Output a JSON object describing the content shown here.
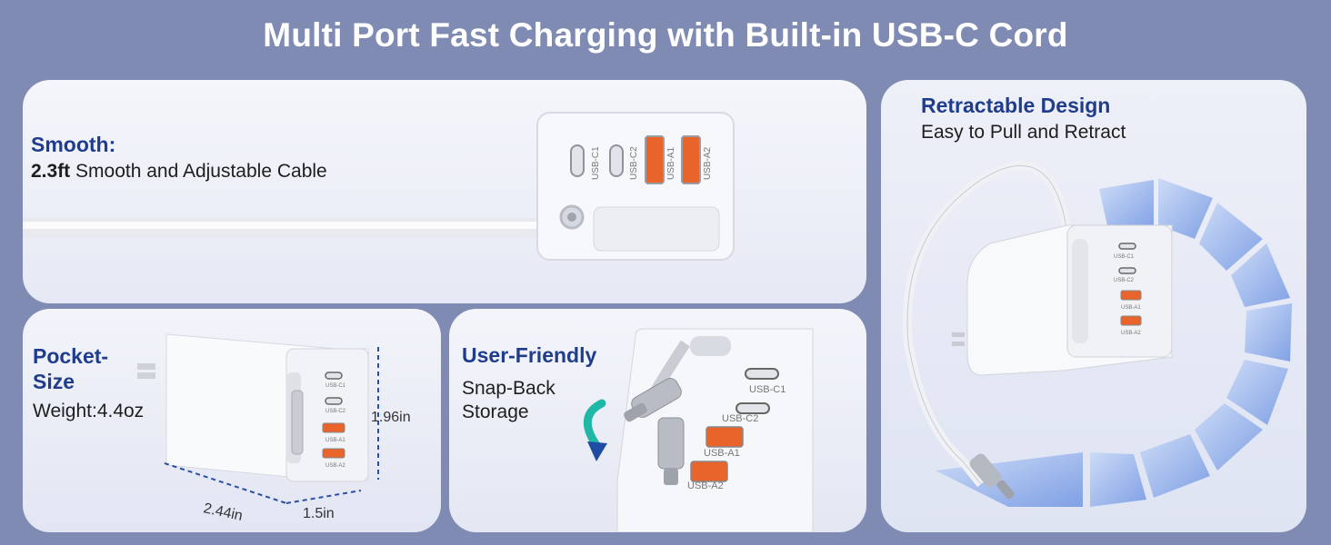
{
  "title": "Multi Port Fast Charging with Built-in USB-C Cord",
  "smooth": {
    "heading": "Smooth:",
    "bold": "2.3ft",
    "text": " Smooth and Adjustable Cable",
    "ports": [
      "USB-C1",
      "USB-C2",
      "USB-A1",
      "USB-A2"
    ]
  },
  "pocket": {
    "heading": "Pocket-\nSize",
    "heading_line1": "Pocket-",
    "heading_line2": "Size",
    "weight": "Weight:4.4oz",
    "height_dim": "1.96in",
    "length_dim": "2.44in",
    "width_dim": "1.5in",
    "ports": [
      "USB-C1",
      "USB-C2",
      "USB-A1",
      "USB-A2"
    ]
  },
  "user": {
    "heading": "User-Friendly",
    "line1": "Snap-Back",
    "line2": "Storage",
    "ports": [
      "USB-C1",
      "USB-C2",
      "USB-A1",
      "USB-A2"
    ]
  },
  "retract": {
    "heading": "Retractable Design",
    "subheading": "Easy to Pull and Retract",
    "ports": [
      "USB-C1",
      "USB-C2",
      "USB-A1",
      "USB-A2"
    ]
  },
  "colors": {
    "background": "#7f8bb2",
    "heading": "#1f3d8c",
    "usb_a_orange": "#e8642a",
    "arrow_teal": "#1fb8a6"
  }
}
